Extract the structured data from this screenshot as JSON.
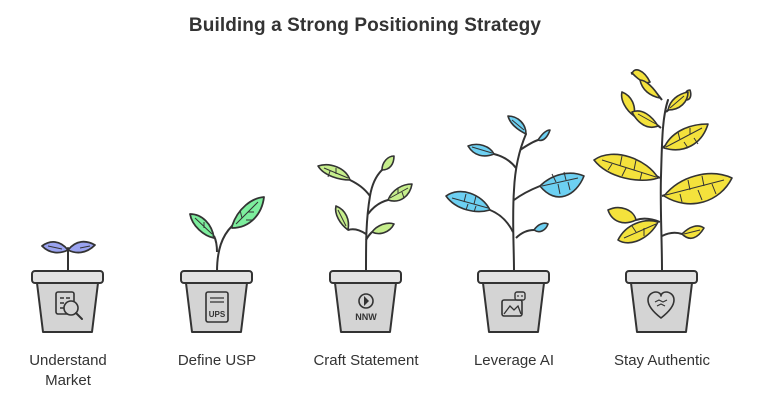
{
  "title": "Building a Strong Positioning Strategy",
  "colors": {
    "outline": "#333333",
    "pot": "#d4d4d4",
    "pot_rim": "#e2e2e2",
    "stage1_leaf": "#9aa3f0",
    "stage2_leaf": "#7dee9d",
    "stage3_leaf": "#c6ee8c",
    "stage4_leaf": "#6dd0f2",
    "stage5_leaf": "#f4e23c"
  },
  "stages": [
    {
      "label": "Understand Market",
      "pot_icon": "magnifier-building-icon",
      "leaf_color": "#9aa3f0"
    },
    {
      "label": "Define USP",
      "pot_icon": "usp-document-icon",
      "pot_text": "UPS",
      "leaf_color": "#7dee9d"
    },
    {
      "label": "Craft Statement",
      "pot_icon": "compass-pen-icon",
      "pot_text": "NNW",
      "leaf_color": "#c6ee8c"
    },
    {
      "label": "Leverage AI",
      "pot_icon": "ai-robot-image-icon",
      "leaf_color": "#6dd0f2"
    },
    {
      "label": "Stay Authentic",
      "pot_icon": "heart-handshake-icon",
      "leaf_color": "#f4e23c"
    }
  ]
}
